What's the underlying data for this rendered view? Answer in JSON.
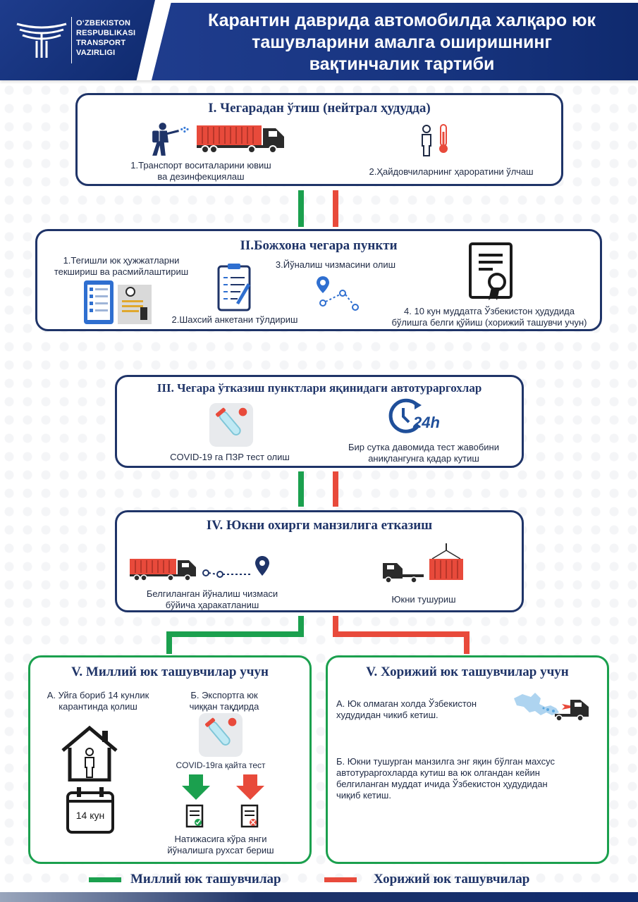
{
  "header": {
    "org": [
      "O‘ZBEKISTON",
      "RESPUBLIKASI",
      "TRANSPORT",
      "VAZIRLIGI"
    ],
    "title_lines": [
      "Карантин даврида автомобилда халқаро юк",
      "ташувларини амалга оширишнинг",
      "вақтинчалик тартиби"
    ]
  },
  "section1": {
    "title": "I. Чегарадан ўтиш (нейтрал ҳудудда)",
    "step1": [
      "1.Транспорт воситаларини ювиш",
      "ва дезинфекциялаш"
    ],
    "step2": "2.Ҳайдовчиларнинг ҳароратини ўлчаш"
  },
  "section2": {
    "title": "II.Божхона чегара пункти",
    "step1": [
      "1.Тегишли юк ҳужжатларни",
      "текшириш ва расмийлаштириш"
    ],
    "step2": "2.Шахсий анкетани тўлдириш",
    "step3": "3.Йўналиш чизмасини олиш",
    "step4": [
      "4. 10 кун муддатга Ўзбекистон ҳудудида",
      "бўлишга белги қўйиш (хорижий ташувчи учун)"
    ]
  },
  "section3": {
    "title": "III. Чегара ўтказиш пунктлари яқинидаги автотураргохлар",
    "step1": "COVID-19 га ПЗР тест олиш",
    "step2": [
      "Бир сутка давомида тест жавобини",
      "аниқлангунга қадар кутиш"
    ],
    "clock_label": "24h"
  },
  "section4": {
    "title": "IV. Юкни охирги манзилига етказиш",
    "step1": [
      "Белгиланган йўналиш чизмаси",
      "бўйича ҳаракатланиш"
    ],
    "step2": "Юкни тушуриш"
  },
  "section5a": {
    "title": "V. Миллий юк ташувчилар учун",
    "a": [
      "А. Уйга бориб 14 кунлик",
      "карантинда қолиш"
    ],
    "b": [
      "Б. Экспортга юк",
      "чиққан тақдирда"
    ],
    "test": "COVID-19га қайта тест",
    "calendar": "14 кун",
    "result": [
      "Натижасига кўра янги",
      "йўналишга рухсат бериш"
    ]
  },
  "section5b": {
    "title": "V. Хорижий юк ташувчилар учун",
    "a": [
      "А. Юк олмаган холда Ўзбекистон",
      "худудидан чикиб кетиш."
    ],
    "b": [
      "Б. Юкни тушурган манзилга энг яқин бўлган махсус",
      "автотураргохларда кутиш ва юк олгандан кейин",
      "белгиланган муддат ичида Ўзбекистон ҳудудидан",
      "чиқиб кетиш."
    ]
  },
  "legend": {
    "national": "Миллий юк ташувчилар",
    "foreign": "Хорижий юк ташувчилар",
    "national_color": "#1ba04e",
    "foreign_color": "#e84a3b"
  },
  "colors": {
    "navy": "#1f3468",
    "header_blue": "#17347f",
    "green": "#1ba04e",
    "red": "#e84a3b"
  }
}
